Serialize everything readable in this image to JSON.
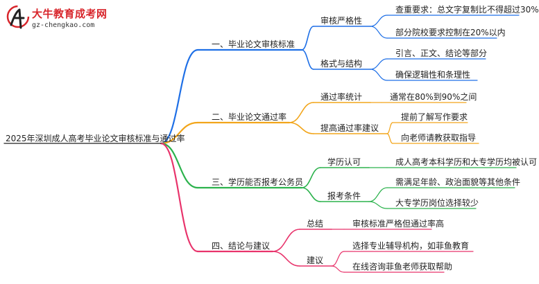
{
  "logo": {
    "title": "大牛教育成考网",
    "url": "gz-chengkao.com"
  },
  "mindmap": {
    "root": "2025年深圳成人高考毕业论文审核标准与通过率",
    "branches": [
      {
        "label": "一、毕业论文审核标准",
        "color": "#1e6fe6",
        "children": [
          {
            "label": "审核严格性",
            "leaves": [
              "查重要求：总文字复制比不得超过30%",
              "部分院校要求控制在20%以内"
            ]
          },
          {
            "label": "格式与结构",
            "leaves": [
              "引言、正文、结论等部分",
              "确保逻辑性和条理性"
            ]
          }
        ]
      },
      {
        "label": "二、毕业论文通过率",
        "color": "#f2a51a",
        "children": [
          {
            "label": "通过率统计",
            "leaves": [
              "通常在80%到90%之间"
            ]
          },
          {
            "label": "提高通过率建议",
            "leaves": [
              "提前了解写作要求",
              "向老师请教获取指导"
            ]
          }
        ]
      },
      {
        "label": "三、学历能否报考公务员",
        "color": "#2bb24c",
        "children": [
          {
            "label": "学历认可",
            "leaves": [
              "成人高考本科学历和大专学历均被认可"
            ]
          },
          {
            "label": "报考条件",
            "leaves": [
              "需满足年龄、政治面貌等其他条件",
              "大专学历岗位选择较少"
            ]
          }
        ]
      },
      {
        "label": "四、结论与建议",
        "color": "#e8336b",
        "children": [
          {
            "label": "总结",
            "leaves": [
              "审核标准严格但通过率高"
            ]
          },
          {
            "label": "建议",
            "leaves": [
              "选择专业辅导机构，如菲鱼教育",
              "在线咨询菲鱼老师获取帮助"
            ]
          }
        ]
      }
    ]
  }
}
